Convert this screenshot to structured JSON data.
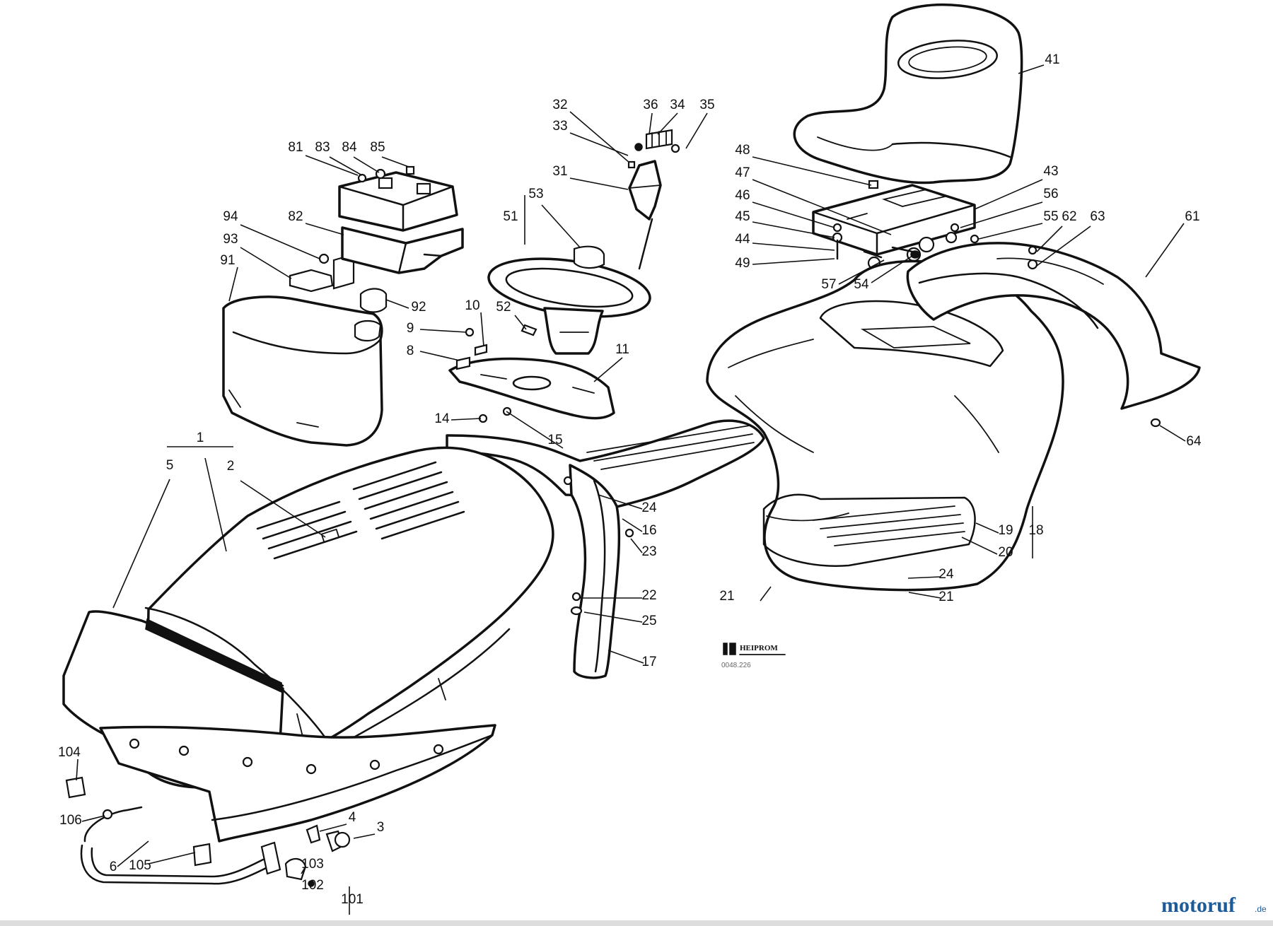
{
  "diagram": {
    "callouts": [
      "1",
      "2",
      "3",
      "4",
      "5",
      "6",
      "8",
      "9",
      "10",
      "11",
      "14",
      "15",
      "16",
      "17",
      "18",
      "19",
      "20",
      "21",
      "21",
      "22",
      "23",
      "24",
      "24",
      "25",
      "31",
      "32",
      "33",
      "34",
      "35",
      "36",
      "41",
      "43",
      "44",
      "45",
      "46",
      "47",
      "48",
      "49",
      "51",
      "52",
      "53",
      "54",
      "55",
      "56",
      "57",
      "61",
      "62",
      "63",
      "64",
      "81",
      "82",
      "83",
      "84",
      "85",
      "91",
      "92",
      "93",
      "94",
      "101",
      "102",
      "103",
      "104",
      "105",
      "106"
    ],
    "stamp_text": "HEIPROM",
    "stamp_code": "0048.226"
  },
  "watermark": {
    "brand": "motoruf",
    "tld": ".de"
  },
  "colors": {
    "line": "#111111",
    "brand": "#1d5a99",
    "brand_accent": "#f08a1c"
  }
}
